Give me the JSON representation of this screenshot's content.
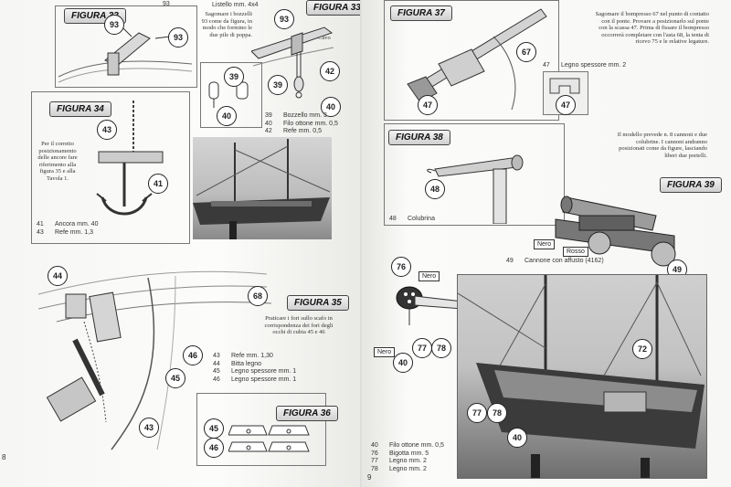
{
  "left_page": {
    "page_number": "8",
    "top_text": {
      "num": "93",
      "text": "Listello mm. 4x4"
    },
    "fig32": {
      "label": "FIGURA 32",
      "callouts": [
        "93",
        "93"
      ]
    },
    "fig33": {
      "label": "FIGURA 33",
      "note": "Sagomare i bozzelli 93 come da figura, in modo che formino le due pile di poppa.",
      "cord_label": "Cavo",
      "callouts": [
        "93",
        "42",
        "39",
        "40",
        "39",
        "40"
      ]
    },
    "fig33_parts": [
      {
        "num": "39",
        "text": "Bozzello mm. 3"
      },
      {
        "num": "40",
        "text": "Filo ottone mm. 0,5"
      },
      {
        "num": "42",
        "text": "Refe mm. 0,5"
      }
    ],
    "fig34": {
      "label": "FIGURA 34",
      "note": "Per il corretto posizionamento delle ancore fare riferimento alla figura 35 e alla Tavola 1.",
      "callouts": [
        "43",
        "41"
      ]
    },
    "fig34_parts": [
      {
        "num": "41",
        "text": "Ancora mm. 40"
      },
      {
        "num": "43",
        "text": "Refe mm. 1,3"
      }
    ],
    "fig35": {
      "label": "FIGURA 35",
      "note": "Praticare i fori sullo scafo in corrispondenza dei fori degli occhi di cubia 45 e 46",
      "callouts": [
        "44",
        "68",
        "46",
        "45",
        "43"
      ]
    },
    "fig35_parts": [
      {
        "num": "43",
        "text": "Refe mm. 1,30"
      },
      {
        "num": "44",
        "text": "Bitta legno"
      },
      {
        "num": "45",
        "text": "Legno spessore mm. 1"
      },
      {
        "num": "46",
        "text": "Legno spessore mm. 1"
      }
    ],
    "fig36": {
      "label": "FIGURA 36",
      "callouts": [
        "45",
        "46"
      ]
    }
  },
  "right_page": {
    "page_number": "9",
    "fig37": {
      "label": "FIGURA 37",
      "note": "Sagomare il bompresso 67 nel punto di contatto con il ponte. Provare a posizionarlo sul ponte con la scassa 47. Prima di fissare il bompresso occorrerà completare con l'asta 68, la tenta di ricevo 75 e le relative legature.",
      "callouts": [
        "67",
        "47",
        "47"
      ],
      "part": {
        "num": "47",
        "text": "Legno spessore mm. 2"
      }
    },
    "cannon_note": "Il modello prevede n. 8 cannoni e due colubrine. I cannoni andranno posizionati come da figure, lasciando liberi due portelli.",
    "fig38": {
      "label": "FIGURA 38",
      "callouts": [
        "48"
      ],
      "part": {
        "num": "48",
        "text": "Colubrina"
      }
    },
    "fig39": {
      "label": "FIGURA 39",
      "tags": [
        "Nero",
        "Rosso"
      ],
      "callouts": [
        "49"
      ],
      "part": {
        "num": "49",
        "text": "Cannone con affusto (4162)"
      }
    },
    "detail": {
      "callouts": [
        "76",
        "77",
        "78",
        "40"
      ],
      "tags": [
        "Nero",
        "Nero"
      ]
    },
    "photo_callouts": [
      "72",
      "77",
      "78",
      "40"
    ],
    "parts_list": [
      {
        "num": "40",
        "text": "Filo ottone mm. 0,5"
      },
      {
        "num": "76",
        "text": "Bigotta mm. 5"
      },
      {
        "num": "77",
        "text": "Legno mm. 2"
      },
      {
        "num": "78",
        "text": "Legno mm. 2"
      }
    ]
  }
}
